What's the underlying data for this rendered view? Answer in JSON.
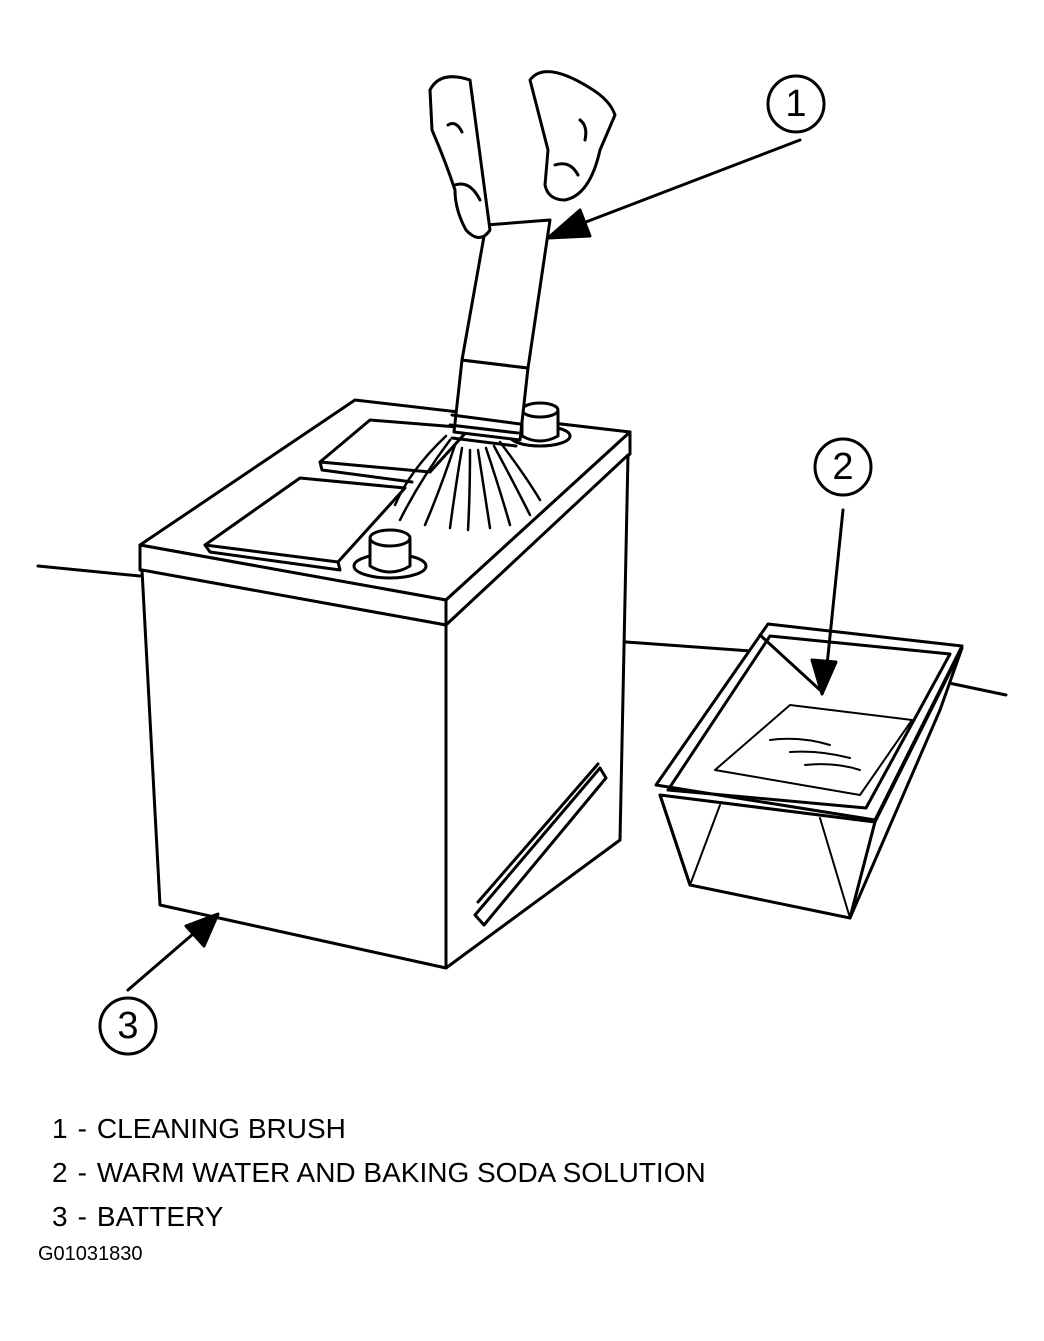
{
  "figure": {
    "callouts": [
      {
        "number": "1"
      },
      {
        "number": "2"
      },
      {
        "number": "3"
      }
    ]
  },
  "legend": [
    {
      "number": "1",
      "separator": "-",
      "label": "CLEANING BRUSH"
    },
    {
      "number": "2",
      "separator": "-",
      "label": "WARM WATER AND BAKING SODA SOLUTION"
    },
    {
      "number": "3",
      "separator": "-",
      "label": "BATTERY"
    }
  ],
  "figure_id": "G01031830"
}
